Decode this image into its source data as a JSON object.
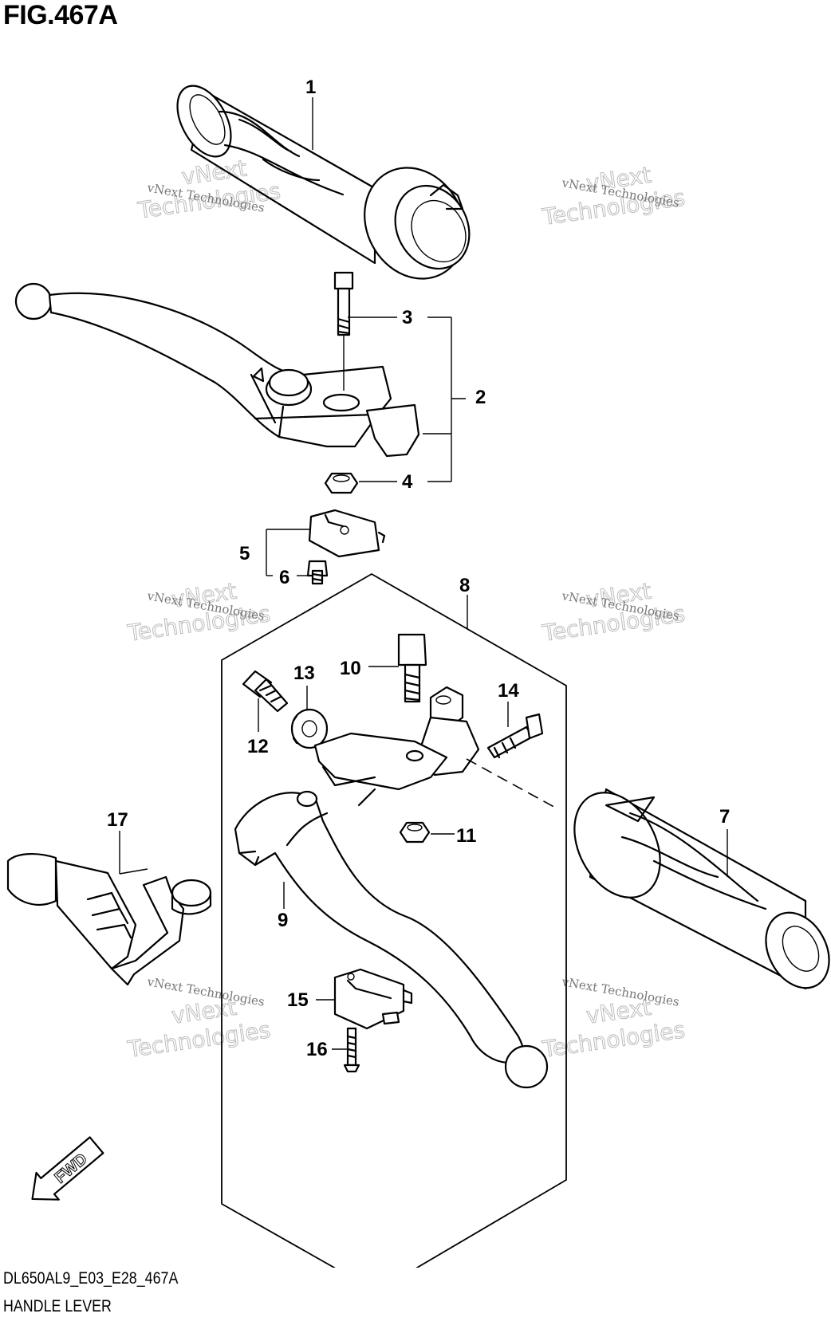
{
  "figure_title": "FIG.467A",
  "footer": {
    "code": "DL650AL9_E03_E28_467A",
    "name": "HANDLE LEVER"
  },
  "part_labels": {
    "p1": "1",
    "p2": "2",
    "p3": "3",
    "p4": "4",
    "p5": "5",
    "p6": "6",
    "p7": "7",
    "p8": "8",
    "p9": "9",
    "p10": "10",
    "p11": "11",
    "p12": "12",
    "p13": "13",
    "p14": "14",
    "p15": "15",
    "p16": "16",
    "p17": "17"
  },
  "fwd_label": "FWD",
  "watermark": {
    "line1": "vNext Technologies",
    "line2": "vNext",
    "line3": "Technologies"
  }
}
